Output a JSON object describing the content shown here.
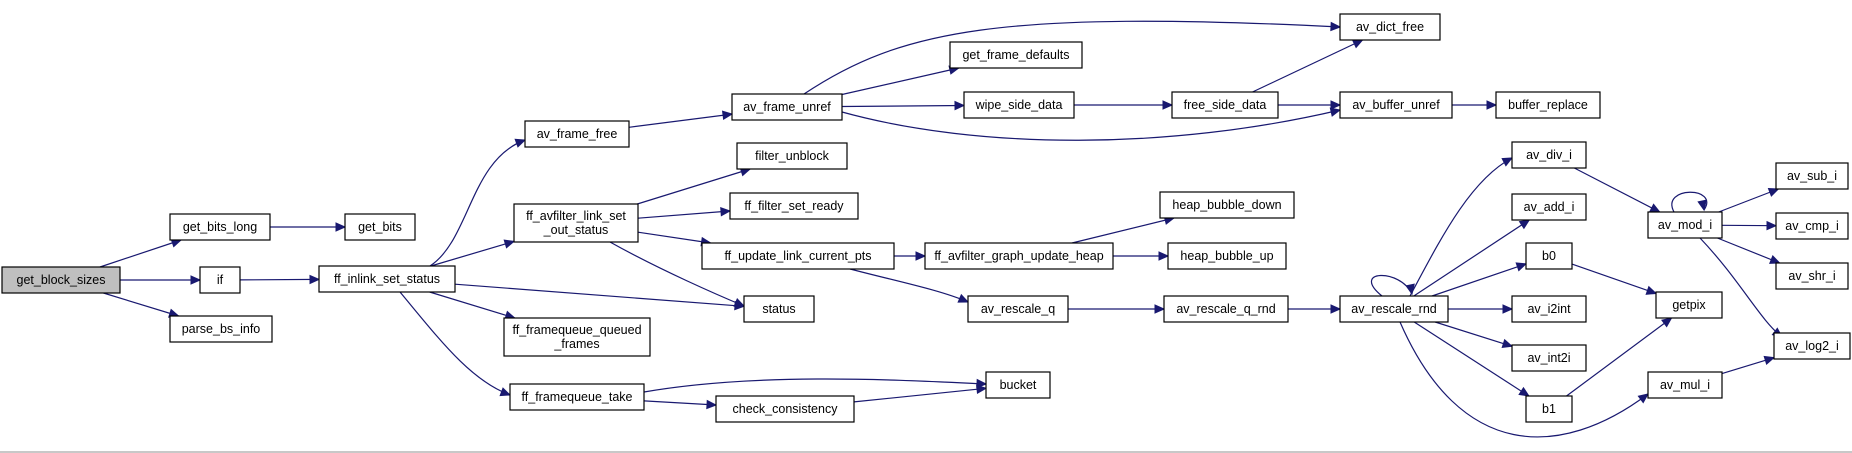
{
  "diagram": {
    "nodes": [
      {
        "id": "get_block_sizes",
        "label": "get_block_sizes"
      },
      {
        "id": "get_bits_long",
        "label": "get_bits_long"
      },
      {
        "id": "get_bits",
        "label": "get_bits"
      },
      {
        "id": "if",
        "label": "if"
      },
      {
        "id": "parse_bs_info",
        "label": "parse_bs_info"
      },
      {
        "id": "ff_inlink_set_status",
        "label": "ff_inlink_set_status"
      },
      {
        "id": "av_frame_free",
        "label": "av_frame_free"
      },
      {
        "id": "ff_avfilter_link_set_out_status",
        "label": "ff_avfilter_link_set\n_out_status"
      },
      {
        "id": "ff_framequeue_queued_frames",
        "label": "ff_framequeue_queued\n_frames"
      },
      {
        "id": "ff_framequeue_take",
        "label": "ff_framequeue_take"
      },
      {
        "id": "av_frame_unref",
        "label": "av_frame_unref"
      },
      {
        "id": "filter_unblock",
        "label": "filter_unblock"
      },
      {
        "id": "ff_filter_set_ready",
        "label": "ff_filter_set_ready"
      },
      {
        "id": "ff_update_link_current_pts",
        "label": "ff_update_link_current_pts"
      },
      {
        "id": "status",
        "label": "status"
      },
      {
        "id": "bucket",
        "label": "bucket"
      },
      {
        "id": "check_consistency",
        "label": "check_consistency"
      },
      {
        "id": "get_frame_defaults",
        "label": "get_frame_defaults"
      },
      {
        "id": "wipe_side_data",
        "label": "wipe_side_data"
      },
      {
        "id": "av_dict_free",
        "label": "av_dict_free"
      },
      {
        "id": "free_side_data",
        "label": "free_side_data"
      },
      {
        "id": "av_buffer_unref",
        "label": "av_buffer_unref"
      },
      {
        "id": "buffer_replace",
        "label": "buffer_replace"
      },
      {
        "id": "ff_avfilter_graph_update_heap",
        "label": "ff_avfilter_graph_update_heap"
      },
      {
        "id": "heap_bubble_down",
        "label": "heap_bubble_down"
      },
      {
        "id": "heap_bubble_up",
        "label": "heap_bubble_up"
      },
      {
        "id": "av_rescale_q",
        "label": "av_rescale_q"
      },
      {
        "id": "av_rescale_q_rnd",
        "label": "av_rescale_q_rnd"
      },
      {
        "id": "av_rescale_rnd",
        "label": "av_rescale_rnd"
      },
      {
        "id": "av_div_i",
        "label": "av_div_i"
      },
      {
        "id": "av_add_i",
        "label": "av_add_i"
      },
      {
        "id": "b0",
        "label": "b0"
      },
      {
        "id": "av_i2int",
        "label": "av_i2int"
      },
      {
        "id": "av_int2i",
        "label": "av_int2i"
      },
      {
        "id": "b1",
        "label": "b1"
      },
      {
        "id": "av_mod_i",
        "label": "av_mod_i"
      },
      {
        "id": "getpix",
        "label": "getpix"
      },
      {
        "id": "av_mul_i",
        "label": "av_mul_i"
      },
      {
        "id": "av_sub_i",
        "label": "av_sub_i"
      },
      {
        "id": "av_cmp_i",
        "label": "av_cmp_i"
      },
      {
        "id": "av_shr_i",
        "label": "av_shr_i"
      },
      {
        "id": "av_log2_i",
        "label": "av_log2_i"
      }
    ],
    "edges": [
      {
        "from": "get_block_sizes",
        "to": "get_bits_long"
      },
      {
        "from": "get_block_sizes",
        "to": "if"
      },
      {
        "from": "get_block_sizes",
        "to": "parse_bs_info"
      },
      {
        "from": "get_bits_long",
        "to": "get_bits"
      },
      {
        "from": "if",
        "to": "ff_inlink_set_status"
      },
      {
        "from": "ff_inlink_set_status",
        "to": "av_frame_free"
      },
      {
        "from": "ff_inlink_set_status",
        "to": "ff_avfilter_link_set_out_status"
      },
      {
        "from": "ff_inlink_set_status",
        "to": "status"
      },
      {
        "from": "ff_inlink_set_status",
        "to": "ff_framequeue_queued_frames"
      },
      {
        "from": "ff_inlink_set_status",
        "to": "ff_framequeue_take"
      },
      {
        "from": "av_frame_free",
        "to": "av_frame_unref"
      },
      {
        "from": "av_frame_unref",
        "to": "av_dict_free"
      },
      {
        "from": "av_frame_unref",
        "to": "get_frame_defaults"
      },
      {
        "from": "av_frame_unref",
        "to": "wipe_side_data"
      },
      {
        "from": "av_frame_unref",
        "to": "av_buffer_unref"
      },
      {
        "from": "wipe_side_data",
        "to": "free_side_data"
      },
      {
        "from": "free_side_data",
        "to": "av_dict_free"
      },
      {
        "from": "free_side_data",
        "to": "av_buffer_unref"
      },
      {
        "from": "av_buffer_unref",
        "to": "buffer_replace"
      },
      {
        "from": "ff_avfilter_link_set_out_status",
        "to": "filter_unblock"
      },
      {
        "from": "ff_avfilter_link_set_out_status",
        "to": "ff_filter_set_ready"
      },
      {
        "from": "ff_avfilter_link_set_out_status",
        "to": "ff_update_link_current_pts"
      },
      {
        "from": "ff_avfilter_link_set_out_status",
        "to": "status"
      },
      {
        "from": "ff_update_link_current_pts",
        "to": "ff_avfilter_graph_update_heap"
      },
      {
        "from": "ff_update_link_current_pts",
        "to": "av_rescale_q"
      },
      {
        "from": "ff_avfilter_graph_update_heap",
        "to": "heap_bubble_down"
      },
      {
        "from": "ff_avfilter_graph_update_heap",
        "to": "heap_bubble_up"
      },
      {
        "from": "av_rescale_q",
        "to": "av_rescale_q_rnd"
      },
      {
        "from": "av_rescale_q_rnd",
        "to": "av_rescale_rnd"
      },
      {
        "from": "av_rescale_rnd",
        "to": "av_rescale_rnd"
      },
      {
        "from": "av_rescale_rnd",
        "to": "av_div_i"
      },
      {
        "from": "av_rescale_rnd",
        "to": "av_add_i"
      },
      {
        "from": "av_rescale_rnd",
        "to": "b0"
      },
      {
        "from": "av_rescale_rnd",
        "to": "av_i2int"
      },
      {
        "from": "av_rescale_rnd",
        "to": "av_int2i"
      },
      {
        "from": "av_rescale_rnd",
        "to": "b1"
      },
      {
        "from": "av_rescale_rnd",
        "to": "av_mul_i"
      },
      {
        "from": "av_div_i",
        "to": "av_mod_i"
      },
      {
        "from": "av_mod_i",
        "to": "av_mod_i"
      },
      {
        "from": "av_mod_i",
        "to": "av_sub_i"
      },
      {
        "from": "av_mod_i",
        "to": "av_cmp_i"
      },
      {
        "from": "av_mod_i",
        "to": "av_shr_i"
      },
      {
        "from": "av_mod_i",
        "to": "av_log2_i"
      },
      {
        "from": "b0",
        "to": "getpix"
      },
      {
        "from": "b1",
        "to": "getpix"
      },
      {
        "from": "av_mul_i",
        "to": "av_log2_i"
      },
      {
        "from": "ff_framequeue_take",
        "to": "bucket"
      },
      {
        "from": "ff_framequeue_take",
        "to": "check_consistency"
      },
      {
        "from": "check_consistency",
        "to": "bucket"
      }
    ]
  }
}
